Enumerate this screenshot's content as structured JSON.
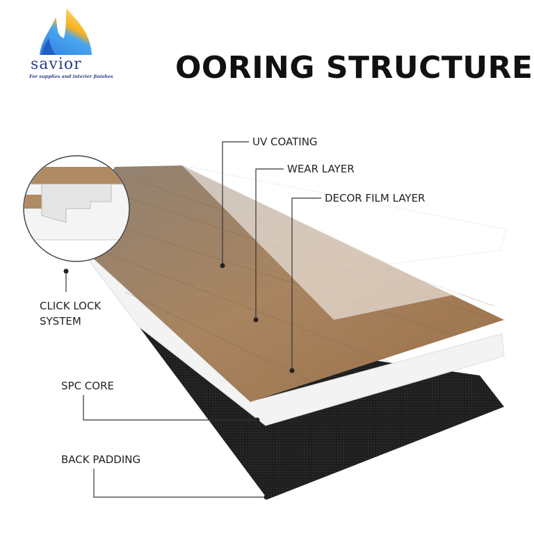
{
  "logo": {
    "brand": "savior",
    "tagline": "For supplies and interier finishes"
  },
  "title": "OORING STRUCTURE",
  "labels": {
    "uv": "UV COATING",
    "wear": "WEAR LAYER",
    "decor": "DECOR FILM LAYER",
    "click1": "CLICK LOCK",
    "click2": "SYSTEM",
    "spc": "SPC CORE",
    "back": "BACK PADDING"
  },
  "colors": {
    "wood": "#a88460",
    "core": "#f2f2f2",
    "back": "#1e1e1e",
    "brand": "#2a3c8c"
  }
}
